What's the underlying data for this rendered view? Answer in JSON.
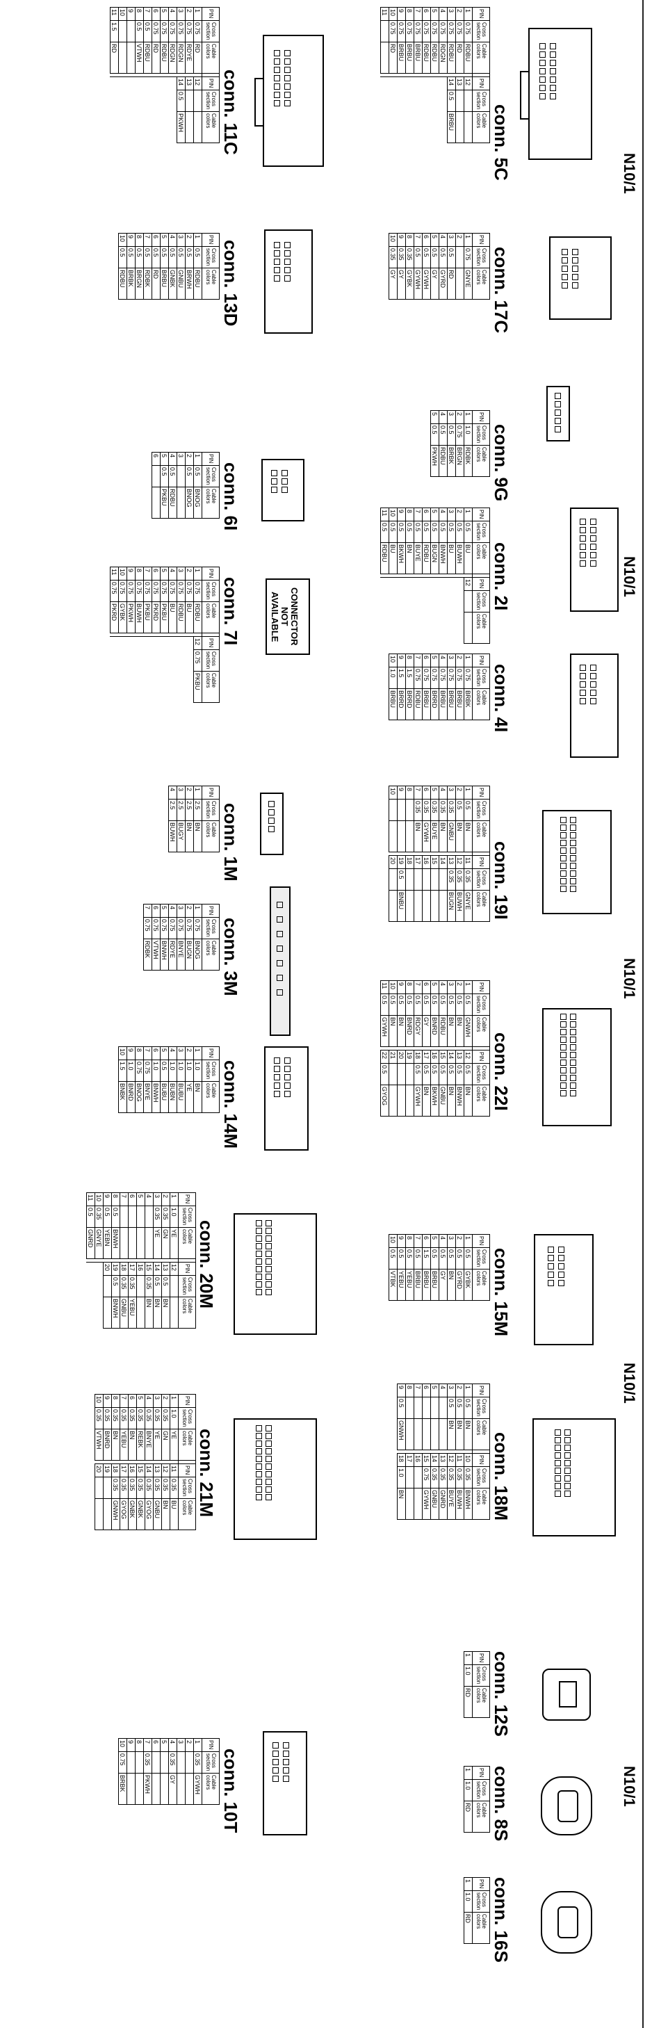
{
  "sections": [
    {
      "label": "N10/1"
    },
    {
      "label": "N10/1"
    },
    {
      "label": "N10/1"
    },
    {
      "label": "N10/1"
    },
    {
      "label": "N10/1"
    }
  ],
  "not_available": "CONNECTOR NOT AVAILABLE",
  "headers": {
    "pin": "PIN",
    "cross": "Cross section",
    "cable": "Cable colors"
  },
  "connectors": [
    {
      "label": "conn. 5C",
      "rows": [
        [
          "1",
          "0.75",
          "RDBU"
        ],
        [
          "2",
          "0.75",
          "RD"
        ],
        [
          "3",
          "0.75",
          "RDBU"
        ],
        [
          "4",
          "0.75",
          "RDGN"
        ],
        [
          "5",
          "0.75",
          "RDBU"
        ],
        [
          "6",
          "0.75",
          "RDBU"
        ],
        [
          "7",
          "0.75",
          "BRBU"
        ],
        [
          "8",
          "0.75",
          "BRBU"
        ],
        [
          "9",
          "0.75",
          "BRBU"
        ],
        [
          "10",
          "0.75",
          "RD"
        ],
        [
          "11",
          "",
          ""
        ],
        [
          "12",
          "",
          ""
        ],
        [
          "13",
          "",
          ""
        ],
        [
          "14",
          "0.5",
          "BRBU"
        ]
      ]
    },
    {
      "label": "conn. 11C",
      "rows": [
        [
          "1",
          "0.75",
          "RD"
        ],
        [
          "2",
          "0.75",
          "RDYE"
        ],
        [
          "3",
          "0.75",
          "RDGN"
        ],
        [
          "4",
          "0.75",
          "RDGN"
        ],
        [
          "5",
          "0.75",
          "RDBU"
        ],
        [
          "6",
          "0.75",
          "RD"
        ],
        [
          "7",
          "0.5",
          "RDBU"
        ],
        [
          "8",
          "0.5",
          "VTWH"
        ],
        [
          "9",
          "",
          ""
        ],
        [
          "10",
          "",
          ""
        ],
        [
          "11",
          "1.5",
          "RD"
        ],
        [
          "12",
          "",
          ""
        ],
        [
          "13",
          "",
          ""
        ],
        [
          "14",
          "0.5",
          "PKWH"
        ]
      ]
    },
    {
      "label": "conn. 17C",
      "rows": [
        [
          "1",
          "0.75",
          "GNYE"
        ],
        [
          "2",
          "",
          ""
        ],
        [
          "3",
          "0.5",
          "RD"
        ],
        [
          "4",
          "0.5",
          "GYRD"
        ],
        [
          "5",
          "0.5",
          "GY"
        ],
        [
          "6",
          "0.5",
          "GYWH"
        ],
        [
          "7",
          "0.5",
          "GYWH"
        ],
        [
          "8",
          "0.35",
          "GYBK"
        ],
        [
          "9",
          "0.35",
          "GY"
        ],
        [
          "10",
          "0.35",
          "GY"
        ]
      ]
    },
    {
      "label": "conn. 13D",
      "rows": [
        [
          "1",
          "0.5",
          "RDBU"
        ],
        [
          "2",
          "0.5",
          "BRWH"
        ],
        [
          "3",
          "0.5",
          "GNBU"
        ],
        [
          "4",
          "0.5",
          "GNBK"
        ],
        [
          "5",
          "0.5",
          "BRBU"
        ],
        [
          "6",
          "0.5",
          "RD"
        ],
        [
          "7",
          "0.5",
          "RDBK"
        ],
        [
          "8",
          "0.5",
          "BRGN"
        ],
        [
          "9",
          "0.5",
          "BRBK"
        ],
        [
          "10",
          "0.5",
          "RDBU"
        ]
      ]
    },
    {
      "label": "conn. 9G",
      "rows": [
        [
          "1",
          "1.0",
          "RDBK"
        ],
        [
          "2",
          "0.75",
          "BRGN"
        ],
        [
          "3",
          "0.5",
          "BRBK"
        ],
        [
          "4",
          "0.5",
          "RDBU"
        ],
        [
          "5",
          "0.5",
          "PKWH"
        ]
      ]
    },
    {
      "label": "conn. 6I",
      "rows": [
        [
          "1",
          "0.5",
          "BNOG"
        ],
        [
          "2",
          "0.5",
          "BNOG"
        ],
        [
          "3",
          "",
          ""
        ],
        [
          "4",
          "0.5",
          "RDBU"
        ],
        [
          "5",
          "0.5",
          "PKBU"
        ],
        [
          "6",
          "",
          ""
        ]
      ]
    },
    {
      "label": "conn. 2I",
      "rows": [
        [
          "1",
          "0.5",
          "BU"
        ],
        [
          "2",
          "0.5",
          "BUWH"
        ],
        [
          "3",
          "0.5",
          "BU"
        ],
        [
          "4",
          "0.5",
          "BNWH"
        ],
        [
          "5",
          "0.5",
          "BUGN"
        ],
        [
          "6",
          "0.5",
          "RDBU"
        ],
        [
          "7",
          "0.5",
          "BUYE"
        ],
        [
          "8",
          "0.5",
          "BN"
        ],
        [
          "9",
          "0.5",
          "BKWH"
        ],
        [
          "10",
          "0.5",
          "BU"
        ],
        [
          "11",
          "0.5",
          "RDBU"
        ],
        [
          "12",
          "",
          ""
        ]
      ]
    },
    {
      "label": "conn. 7I",
      "rows": [
        [
          "1",
          "0.75",
          "RDBU"
        ],
        [
          "2",
          "0.75",
          "BU"
        ],
        [
          "3",
          "0.75",
          "RDBU"
        ],
        [
          "4",
          "0.75",
          "BU"
        ],
        [
          "5",
          "0.75",
          "PKBU"
        ],
        [
          "6",
          "0.75",
          "PKRD"
        ],
        [
          "7",
          "0.75",
          "PKBU"
        ],
        [
          "8",
          "0.75",
          "BUWH"
        ],
        [
          "9",
          "0.75",
          "PKWH"
        ],
        [
          "10",
          "0.75",
          "GYBK"
        ],
        [
          "11",
          "0.75",
          "PKRD"
        ],
        [
          "12",
          "0.75",
          "PKBU"
        ]
      ]
    },
    {
      "label": "conn. 4I",
      "rows": [
        [
          "1",
          "0.75",
          "BRBK"
        ],
        [
          "2",
          "0.75",
          "BRBU"
        ],
        [
          "3",
          "0.75",
          "BRBU"
        ],
        [
          "4",
          "0.75",
          "BRBU"
        ],
        [
          "5",
          "0.75",
          "BRRD"
        ],
        [
          "6",
          "0.75",
          "BRBU"
        ],
        [
          "7",
          "0.75",
          "RDBU"
        ],
        [
          "8",
          "1.5",
          "BRRD"
        ],
        [
          "9",
          "1.5",
          "BRRD"
        ],
        [
          "10",
          "1.0",
          "BRBU"
        ]
      ]
    },
    {
      "label": "conn. 1M",
      "rows": [
        [
          "1",
          "2.5",
          "BN"
        ],
        [
          "2",
          "2.5",
          "BN"
        ],
        [
          "3",
          "2.5",
          "BUGY"
        ],
        [
          "4",
          "2.5",
          "BUWH"
        ]
      ]
    },
    {
      "label": "conn. 3M",
      "rows": [
        [
          "1",
          "0.75",
          "BNOG"
        ],
        [
          "2",
          "0.75",
          "BUGN"
        ],
        [
          "3",
          "0.75",
          "BNYE"
        ],
        [
          "4",
          "0.75",
          "RDYE"
        ],
        [
          "5",
          "0.75",
          "BNWH"
        ],
        [
          "6",
          "0.75",
          "VTWH"
        ],
        [
          "7",
          "0.75",
          "RDBK"
        ]
      ]
    },
    {
      "label": "conn. 19I",
      "rows": [
        [
          "1",
          "0.5",
          "BN"
        ],
        [
          "2",
          "0.5",
          "BN"
        ],
        [
          "3",
          "0.35",
          "GNBU"
        ],
        [
          "4",
          "0.35",
          "BN"
        ],
        [
          "5",
          "0.35",
          "BUYE"
        ],
        [
          "6",
          "0.35",
          "GYWH"
        ],
        [
          "7",
          "0.35",
          "BN"
        ],
        [
          "8",
          "",
          ""
        ],
        [
          "9",
          "",
          ""
        ],
        [
          "10",
          "",
          ""
        ],
        [
          "11",
          "0.35",
          "GNYE"
        ],
        [
          "12",
          "0.35",
          "BUWH"
        ],
        [
          "13",
          "0.35",
          "BUGN"
        ],
        [
          "14",
          "",
          ""
        ],
        [
          "15",
          "",
          ""
        ],
        [
          "16",
          "",
          ""
        ],
        [
          "17",
          "",
          ""
        ],
        [
          "18",
          "",
          ""
        ],
        [
          "19",
          "0.5",
          "BNBU"
        ],
        [
          "20",
          "",
          ""
        ]
      ]
    },
    {
      "label": "conn. 14M",
      "rows": [
        [
          "1",
          "1.0",
          "BN"
        ],
        [
          "2",
          "1.0",
          "YE"
        ],
        [
          "3",
          "1.0",
          "BUBU"
        ],
        [
          "4",
          "1.0",
          "BUBN"
        ],
        [
          "5",
          "0.5",
          "BUBU"
        ],
        [
          "6",
          "1.0",
          "BNWH"
        ],
        [
          "7",
          "0.75",
          "BNYE"
        ],
        [
          "8",
          "0.75",
          "BNOG"
        ],
        [
          "9",
          "1.0",
          "BNRD"
        ],
        [
          "10",
          "1.5",
          "BNBK"
        ]
      ]
    },
    {
      "label": "conn. 22I",
      "rows": [
        [
          "1",
          "0.5",
          "GNWH"
        ],
        [
          "2",
          "0.5",
          "BN"
        ],
        [
          "3",
          "0.5",
          "BN"
        ],
        [
          "4",
          "0.5",
          "RDBU"
        ],
        [
          "5",
          "0.5",
          "BNRD"
        ],
        [
          "6",
          "0.5",
          "GY"
        ],
        [
          "7",
          "0.5",
          "RDGY"
        ],
        [
          "8",
          "0.5",
          "BNRD"
        ],
        [
          "9",
          "0.5",
          "BN"
        ],
        [
          "10",
          "0.5",
          "BN"
        ],
        [
          "11",
          "0.5",
          "GYWH"
        ],
        [
          "12",
          "0.5",
          "BN"
        ],
        [
          "13",
          "0.5",
          "BNWH"
        ],
        [
          "14",
          "0.5",
          "BN"
        ],
        [
          "15",
          "0.5",
          "GNBU"
        ],
        [
          "16",
          "0.5",
          "BKWH"
        ],
        [
          "17",
          "0.5",
          "BN"
        ],
        [
          "18",
          "0.5",
          "GYWH"
        ],
        [
          "19",
          "",
          ""
        ],
        [
          "20",
          "",
          ""
        ],
        [
          "21",
          "",
          ""
        ],
        [
          "22",
          "0.5",
          "GYOG"
        ]
      ]
    },
    {
      "label": "conn. 20M",
      "rows": [
        [
          "1",
          "1.0",
          "YE"
        ],
        [
          "2",
          "0.35",
          "GN"
        ],
        [
          "3",
          "0.35",
          "YE"
        ],
        [
          "4",
          "",
          ""
        ],
        [
          "5",
          "",
          ""
        ],
        [
          "6",
          "",
          ""
        ],
        [
          "7",
          "",
          ""
        ],
        [
          "8",
          "0.5",
          "BNWH"
        ],
        [
          "9",
          "0.5",
          "YEBN"
        ],
        [
          "10",
          "0.35",
          "GNYE"
        ],
        [
          "11",
          "0.5",
          "GNRD"
        ],
        [
          "12",
          "",
          ""
        ],
        [
          "13",
          "0.5",
          "BN"
        ],
        [
          "14",
          "0.5",
          "BN"
        ],
        [
          "15",
          "0.35",
          "BN"
        ],
        [
          "16",
          "",
          ""
        ],
        [
          "17",
          "0.35",
          "YEBU"
        ],
        [
          "18",
          "0.35",
          "GNBU"
        ],
        [
          "19",
          "0.5",
          "BNWH"
        ],
        [
          "20",
          "",
          ""
        ]
      ]
    },
    {
      "label": "conn. 15M",
      "rows": [
        [
          "1",
          "0.5",
          "GYBK"
        ],
        [
          "2",
          "0.5",
          "GYRD"
        ],
        [
          "3",
          "0.5",
          "BN"
        ],
        [
          "4",
          "0.5",
          "GY"
        ],
        [
          "5",
          "0.5",
          "BRBU"
        ],
        [
          "6",
          "1.5",
          "BRBU"
        ],
        [
          "7",
          "0.5",
          "BRBU"
        ],
        [
          "8",
          "0.5",
          "YEBU"
        ],
        [
          "9",
          "0.5",
          "YEBU"
        ],
        [
          "10",
          "0.5",
          "VTBK"
        ]
      ]
    },
    {
      "label": "conn. 21M",
      "rows": [
        [
          "1",
          "1.0",
          "YE"
        ],
        [
          "2",
          "0.35",
          "GN"
        ],
        [
          "3",
          "0.35",
          "YE"
        ],
        [
          "4",
          "0.35",
          "BNYE"
        ],
        [
          "5",
          "0.35",
          "REBK"
        ],
        [
          "6",
          "0.35",
          "BN"
        ],
        [
          "7",
          "0.35",
          "YEBU"
        ],
        [
          "8",
          "0.35",
          "BN"
        ],
        [
          "9",
          "0.35",
          "BNRD"
        ],
        [
          "10",
          "0.35",
          "VTWH"
        ],
        [
          "11",
          "0.35",
          "BU"
        ],
        [
          "12",
          "0.35",
          "BN"
        ],
        [
          "13",
          "0.35",
          "GNBU"
        ],
        [
          "14",
          "0.35",
          "GYOG"
        ],
        [
          "15",
          "0.35",
          "GNBK"
        ],
        [
          "16",
          "0.35",
          "GNBK"
        ],
        [
          "17",
          "0.35",
          "GYOG"
        ],
        [
          "18",
          "0.35",
          "GNWH"
        ],
        [
          "19",
          "",
          ""
        ],
        [
          "20",
          "",
          ""
        ]
      ]
    },
    {
      "label": "conn. 18M",
      "rows": [
        [
          "1",
          "0.5",
          "BN"
        ],
        [
          "2",
          "0.5",
          "BN"
        ],
        [
          "3",
          "0.5",
          "BN"
        ],
        [
          "4",
          "",
          ""
        ],
        [
          "5",
          "",
          ""
        ],
        [
          "6",
          "",
          ""
        ],
        [
          "7",
          "",
          ""
        ],
        [
          "8",
          "",
          ""
        ],
        [
          "9",
          "0.5",
          "GNWH"
        ],
        [
          "10",
          "0.35",
          "BNWH"
        ],
        [
          "11",
          "0.35",
          "BUWH"
        ],
        [
          "12",
          "0.35",
          "BUYE"
        ],
        [
          "13",
          "0.35",
          "GNRD"
        ],
        [
          "14",
          "0.35",
          "GNBU"
        ],
        [
          "15",
          "0.75",
          "GYWH"
        ],
        [
          "16",
          "",
          ""
        ],
        [
          "17",
          "",
          ""
        ],
        [
          "18",
          "1.0",
          "BN"
        ]
      ]
    },
    {
      "label": "conn. 12S",
      "rows": [
        [
          "1",
          "1.0",
          "RD"
        ]
      ]
    },
    {
      "label": "conn. 8S",
      "rows": [
        [
          "1",
          "1.0",
          "RD"
        ]
      ]
    },
    {
      "label": "conn. 10T",
      "rows": [
        [
          "1",
          "0.35",
          "GYWH"
        ],
        [
          "2",
          "",
          ""
        ],
        [
          "3",
          "",
          ""
        ],
        [
          "4",
          "0.35",
          "GY"
        ],
        [
          "5",
          "",
          ""
        ],
        [
          "6",
          "",
          ""
        ],
        [
          "7",
          "0.35",
          "PKWH"
        ],
        [
          "8",
          "",
          ""
        ],
        [
          "9",
          "",
          ""
        ],
        [
          "10",
          "0.75",
          "BRBK"
        ]
      ]
    },
    {
      "label": "conn. 16S",
      "rows": [
        [
          "1",
          "1.0",
          "RD"
        ]
      ]
    }
  ]
}
